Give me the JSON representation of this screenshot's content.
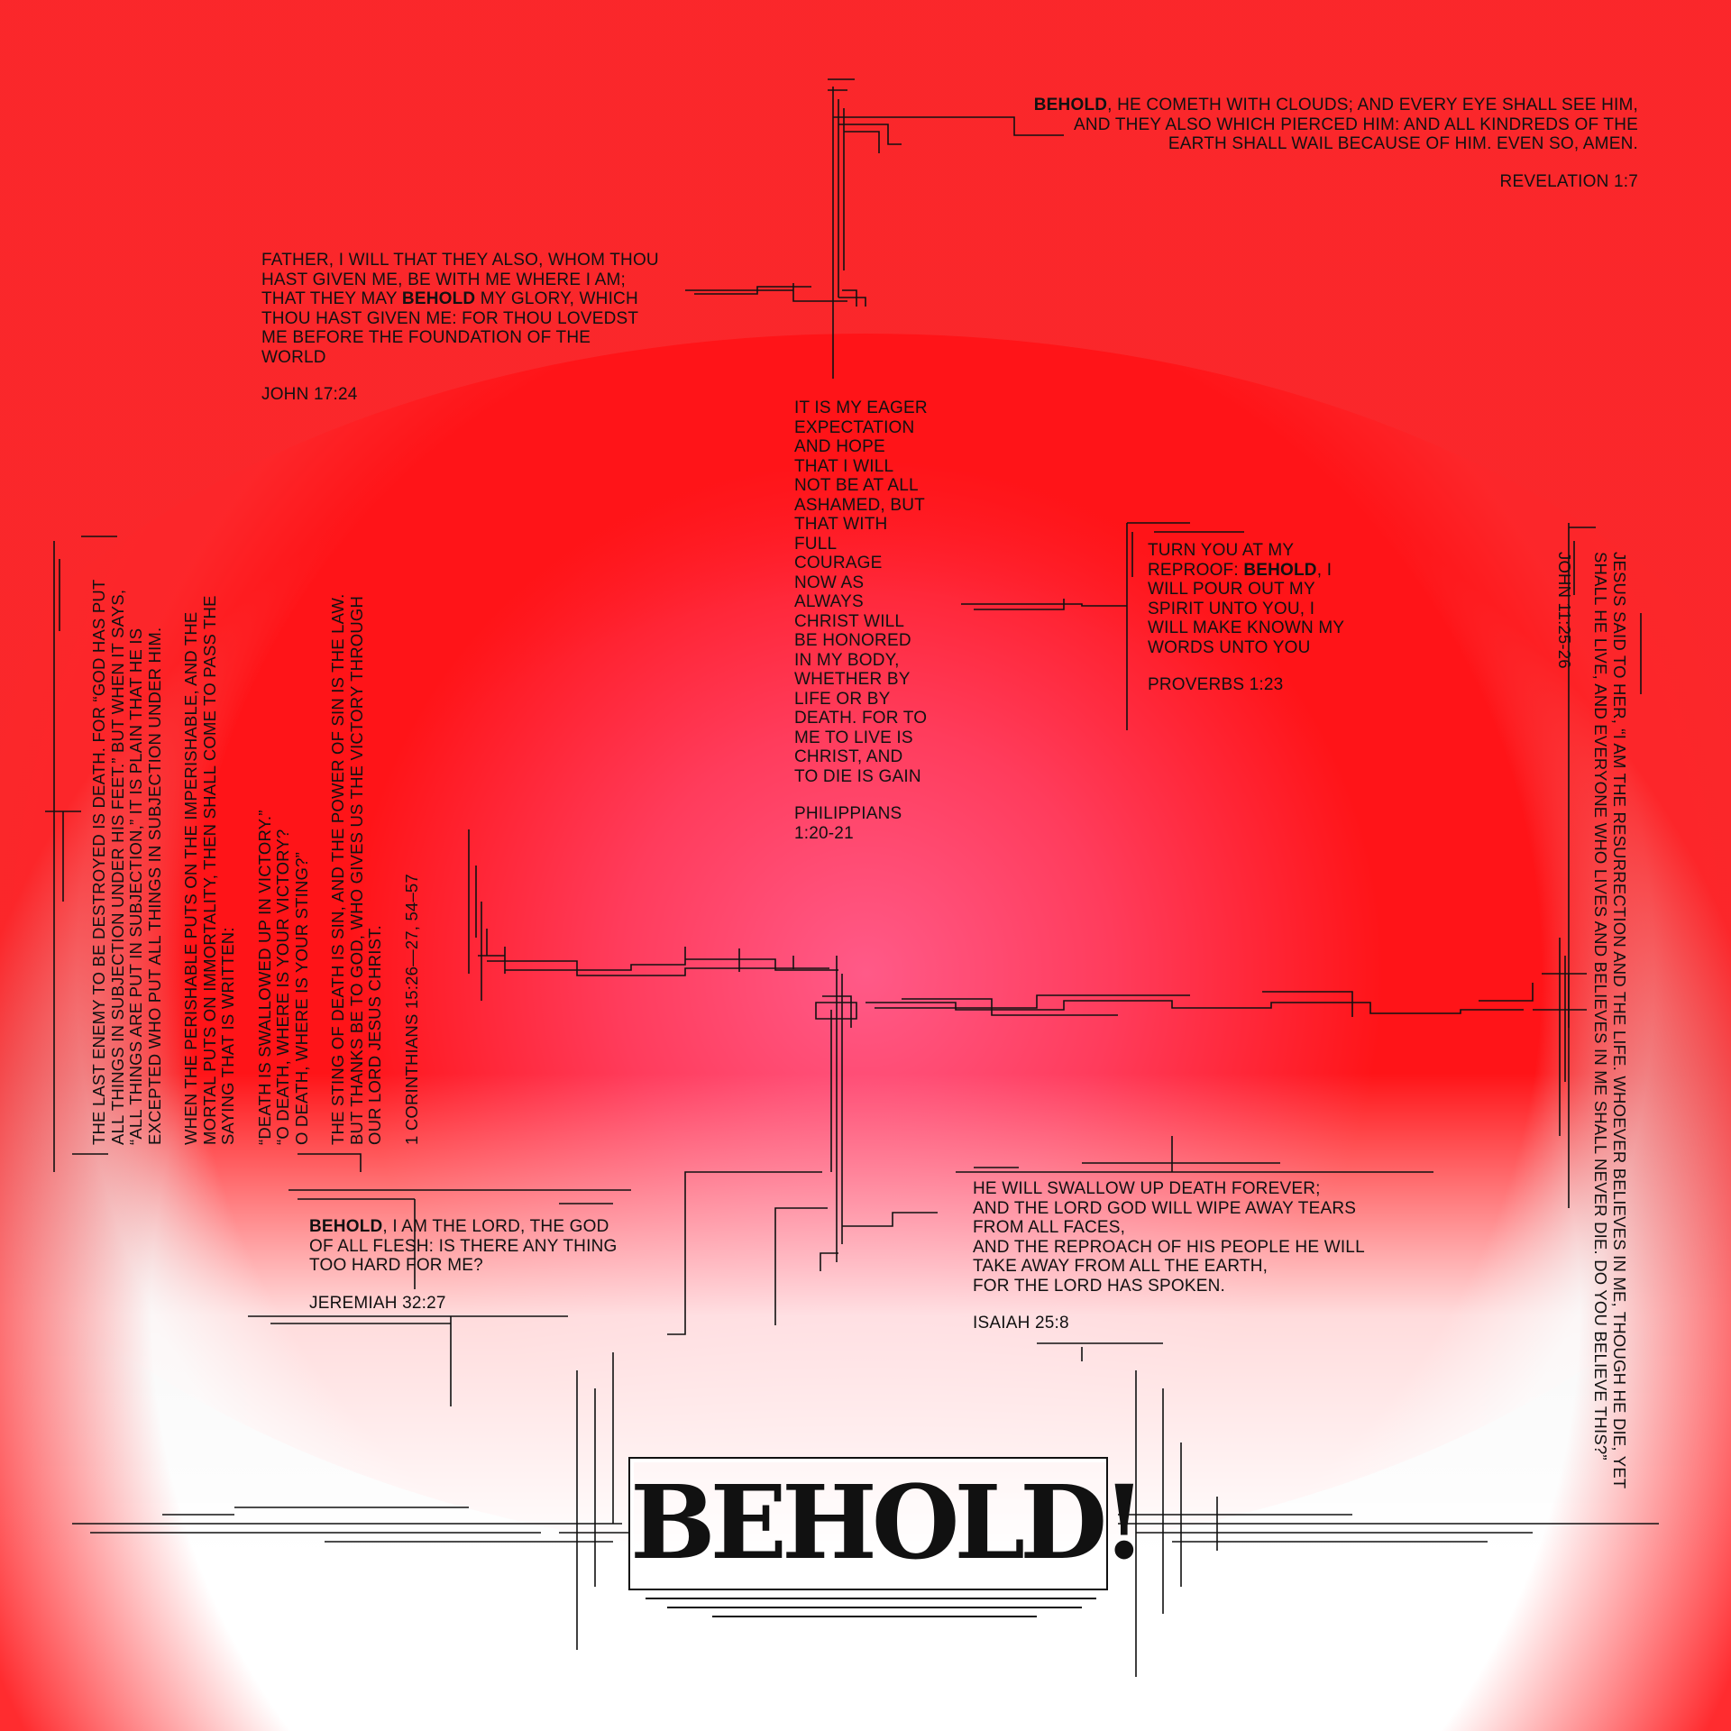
{
  "title": "BEHOLD!",
  "colors": {
    "background_top": "#d3d3d3",
    "accent_red": "#ff1418",
    "center_pink": "#ff4f7c",
    "background_bottom": "#ffffff",
    "ink": "#111111"
  },
  "verses": {
    "revelation": {
      "bold": "BEHOLD",
      "text": ", HE COMETH WITH CLOUDS; AND EVERY EYE SHALL SEE HIM, AND THEY ALSO WHICH PIERCED HIM: AND ALL KINDREDS OF THE EARTH SHALL WAIL BECAUSE OF HIM. EVEN SO, AMEN.",
      "reference": "REVELATION 1:7"
    },
    "john17": {
      "text_before": "FATHER, I WILL THAT THEY ALSO, WHOM THOU HAST GIVEN ME, BE WITH ME WHERE I AM; THAT THEY MAY ",
      "bold": "BEHOLD",
      "text_after": " MY GLORY, WHICH THOU HAST GIVEN ME: FOR THOU LOVEDST ME BEFORE THE FOUNDATION OF THE WORLD",
      "reference": "JOHN 17:24"
    },
    "philippians": {
      "text": "IT IS MY EAGER EXPECTATION AND HOPE THAT I WILL NOT BE AT ALL ASHAMED, BUT THAT WITH FULL COURAGE NOW AS ALWAYS CHRIST WILL BE HONORED IN MY BODY, WHETHER BY LIFE OR BY DEATH. FOR TO ME TO LIVE IS CHRIST, AND TO DIE IS GAIN",
      "reference": "PHILIPPIANS 1:20-21"
    },
    "proverbs": {
      "text_before": "TURN YOU AT MY REPROOF: ",
      "bold": "BEHOLD",
      "text_after": ", I WILL POUR OUT MY SPIRIT UNTO YOU, I WILL MAKE KNOWN MY WORDS UNTO YOU",
      "reference": "PROVERBS 1:23"
    },
    "corinthians": {
      "para1": "THE LAST ENEMY TO BE DESTROYED IS DEATH. FOR “GOD HAS PUT ALL THINGS IN SUBJECTION UNDER HIS FEET.” BUT WHEN IT SAYS, “ALL THINGS ARE PUT IN SUBJECTION,” IT IS PLAIN THAT HE IS EXCEPTED WHO PUT ALL THINGS IN SUBJECTION UNDER HIM.",
      "para2": "WHEN THE PERISHABLE PUTS ON THE IMPERISHABLE, AND THE MORTAL PUTS ON IMMORTALITY, THEN SHALL COME TO PASS THE SAYING THAT IS WRITTEN:",
      "para3_line1": "“DEATH IS SWALLOWED UP IN VICTORY.”",
      "para3_line2": "“O DEATH, WHERE IS YOUR VICTORY?",
      "para3_line3": "O DEATH, WHERE IS YOUR STING?”",
      "para4": "THE STING OF DEATH IS SIN, AND THE POWER OF SIN IS THE LAW. BUT THANKS BE TO GOD, WHO GIVES US THE VICTORY THROUGH OUR LORD JESUS CHRIST.",
      "reference": "1 CORINTHIANS 15:26—27, 54–57"
    },
    "john11": {
      "text": "JESUS SAID TO HER, “I AM THE RESURRECTION AND THE LIFE. WHOEVER BELIEVES IN ME, THOUGH HE DIE, YET SHALL HE LIVE, AND EVERYONE WHO LIVES AND BELIEVES IN ME SHALL NEVER DIE. DO YOU BELIEVE THIS?”",
      "reference": "JOHN 11:25-26"
    },
    "jeremiah": {
      "bold": "BEHOLD",
      "text": ", I AM THE LORD, THE GOD OF ALL FLESH: IS THERE ANY THING TOO HARD FOR ME?",
      "reference": "JEREMIAH 32:27"
    },
    "isaiah": {
      "line1": "HE WILL SWALLOW UP DEATH FOREVER;",
      "line2": "AND THE LORD GOD WILL WIPE AWAY TEARS FROM ALL FACES,",
      "line3": "AND THE REPROACH OF HIS PEOPLE HE WILL TAKE AWAY FROM ALL THE EARTH,",
      "line4": "FOR THE LORD HAS SPOKEN.",
      "reference": "ISAIAH 25:8"
    }
  }
}
